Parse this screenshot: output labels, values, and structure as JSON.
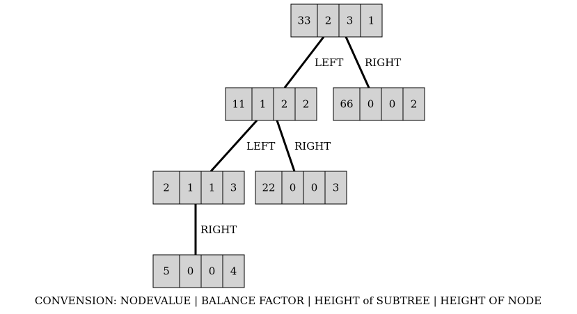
{
  "tree": {
    "nodes": [
      {
        "id": "n33",
        "cells": [
          "33",
          "2",
          "3",
          "1"
        ]
      },
      {
        "id": "n11",
        "cells": [
          "11",
          "1",
          "2",
          "2"
        ]
      },
      {
        "id": "n66",
        "cells": [
          "66",
          "0",
          "0",
          "2"
        ]
      },
      {
        "id": "n2",
        "cells": [
          "2",
          "1",
          "1",
          "3"
        ]
      },
      {
        "id": "n22",
        "cells": [
          "22",
          "0",
          "0",
          "3"
        ]
      },
      {
        "id": "n5",
        "cells": [
          "5",
          "0",
          "0",
          "4"
        ]
      }
    ],
    "edges": [
      {
        "from": "n33",
        "to": "n11",
        "label": "LEFT"
      },
      {
        "from": "n33",
        "to": "n66",
        "label": "RIGHT"
      },
      {
        "from": "n11",
        "to": "n2",
        "label": "LEFT"
      },
      {
        "from": "n11",
        "to": "n22",
        "label": "RIGHT"
      },
      {
        "from": "n2",
        "to": "n5",
        "label": "RIGHT"
      }
    ]
  },
  "legend": "CONVENSION: NODEVALUE | BALANCE FACTOR | HEIGHT of SUBTREE | HEIGHT OF NODE"
}
